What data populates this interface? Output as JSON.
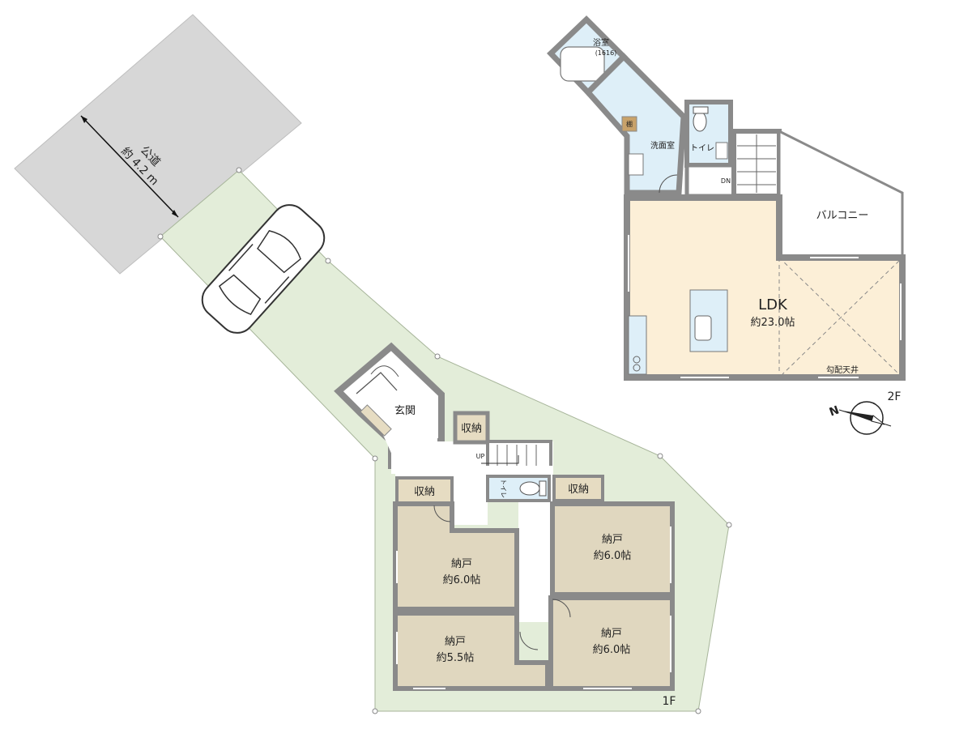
{
  "road": {
    "name": "公道",
    "width": "約 4.2 m"
  },
  "floor1": {
    "label": "1F",
    "entrance": "玄関",
    "rooms": [
      {
        "name": "納戸",
        "size": "約6.0帖"
      },
      {
        "name": "納戸",
        "size": "約6.0帖"
      },
      {
        "name": "納戸",
        "size": "約5.5帖"
      },
      {
        "name": "納戸",
        "size": "約6.0帖"
      }
    ],
    "storage_label": "収納",
    "toilet": "トイレ",
    "up": "UP"
  },
  "floor2": {
    "label": "2F",
    "bath": "浴室",
    "bath_size": "(1616)",
    "shelf": "棚",
    "washroom": "洗面室",
    "toilet": "トイレ",
    "down": "DN",
    "balcony": "バルコニー",
    "ldk": "LDK",
    "ldk_size": "約23.0帖",
    "ceiling": "勾配天井"
  },
  "compass": {
    "north": "N"
  },
  "colors": {
    "lot": "#e3edd9",
    "road": "#d7d7d7",
    "wall": "#8a8a8a",
    "storage_room": "#e0d7bf",
    "ldk": "#fcefd7",
    "wet_area": "#deeff8",
    "closet": "#e6dcc2"
  }
}
